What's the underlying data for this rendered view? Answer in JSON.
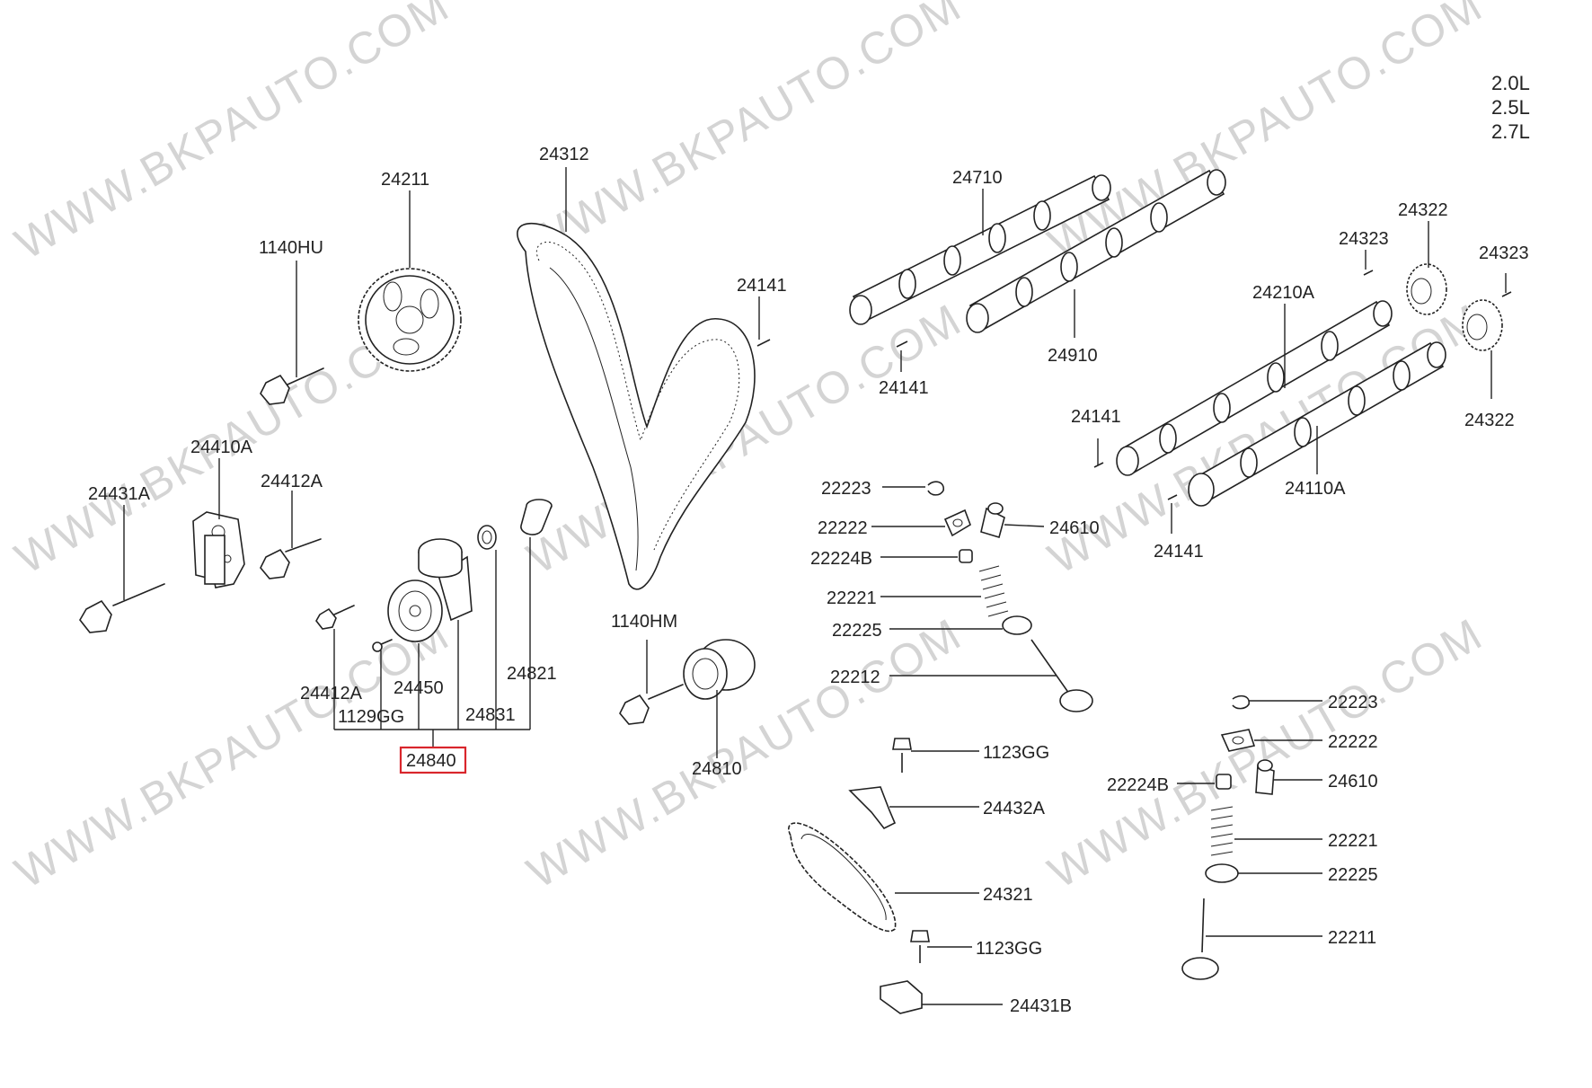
{
  "watermark": "WWW.BKPAUTO.COM",
  "engines": [
    "2.0L",
    "2.5L",
    "2.7L"
  ],
  "highlight_color": "#d9262c",
  "labels": {
    "p24312": "24312",
    "p24211": "24211",
    "p1140HU": "1140HU",
    "p24410A": "24410A",
    "p24431A": "24431A",
    "p24412A_top": "24412A",
    "p24412A_bot": "24412A",
    "p1129GG": "1129GG",
    "p24450": "24450",
    "p24831": "24831",
    "p24821": "24821",
    "p24840": "24840",
    "p1140HM": "1140HM",
    "p24810": "24810",
    "p24141_a": "24141",
    "p24710": "24710",
    "p24141_b": "24141",
    "p24910": "24910",
    "p24323_a": "24323",
    "p24322_a": "24322",
    "p24323_b": "24323",
    "p24210A": "24210A",
    "p24322_b": "24322",
    "p24141_c": "24141",
    "p24110A": "24110A",
    "p24141_d": "24141",
    "p22223_a": "22223",
    "p22222_a": "22222",
    "p24610_a": "24610",
    "p22224B_a": "22224B",
    "p22221_a": "22221",
    "p22225_a": "22225",
    "p22212": "22212",
    "p1123GG_a": "1123GG",
    "p24432A": "24432A",
    "p24321": "24321",
    "p1123GG_b": "1123GG",
    "p24431B": "24431B",
    "p22223_b": "22223",
    "p22222_b": "22222",
    "p22224B_b": "22224B",
    "p24610_b": "24610",
    "p22221_b": "22221",
    "p22225_b": "22225",
    "p22211": "22211"
  }
}
